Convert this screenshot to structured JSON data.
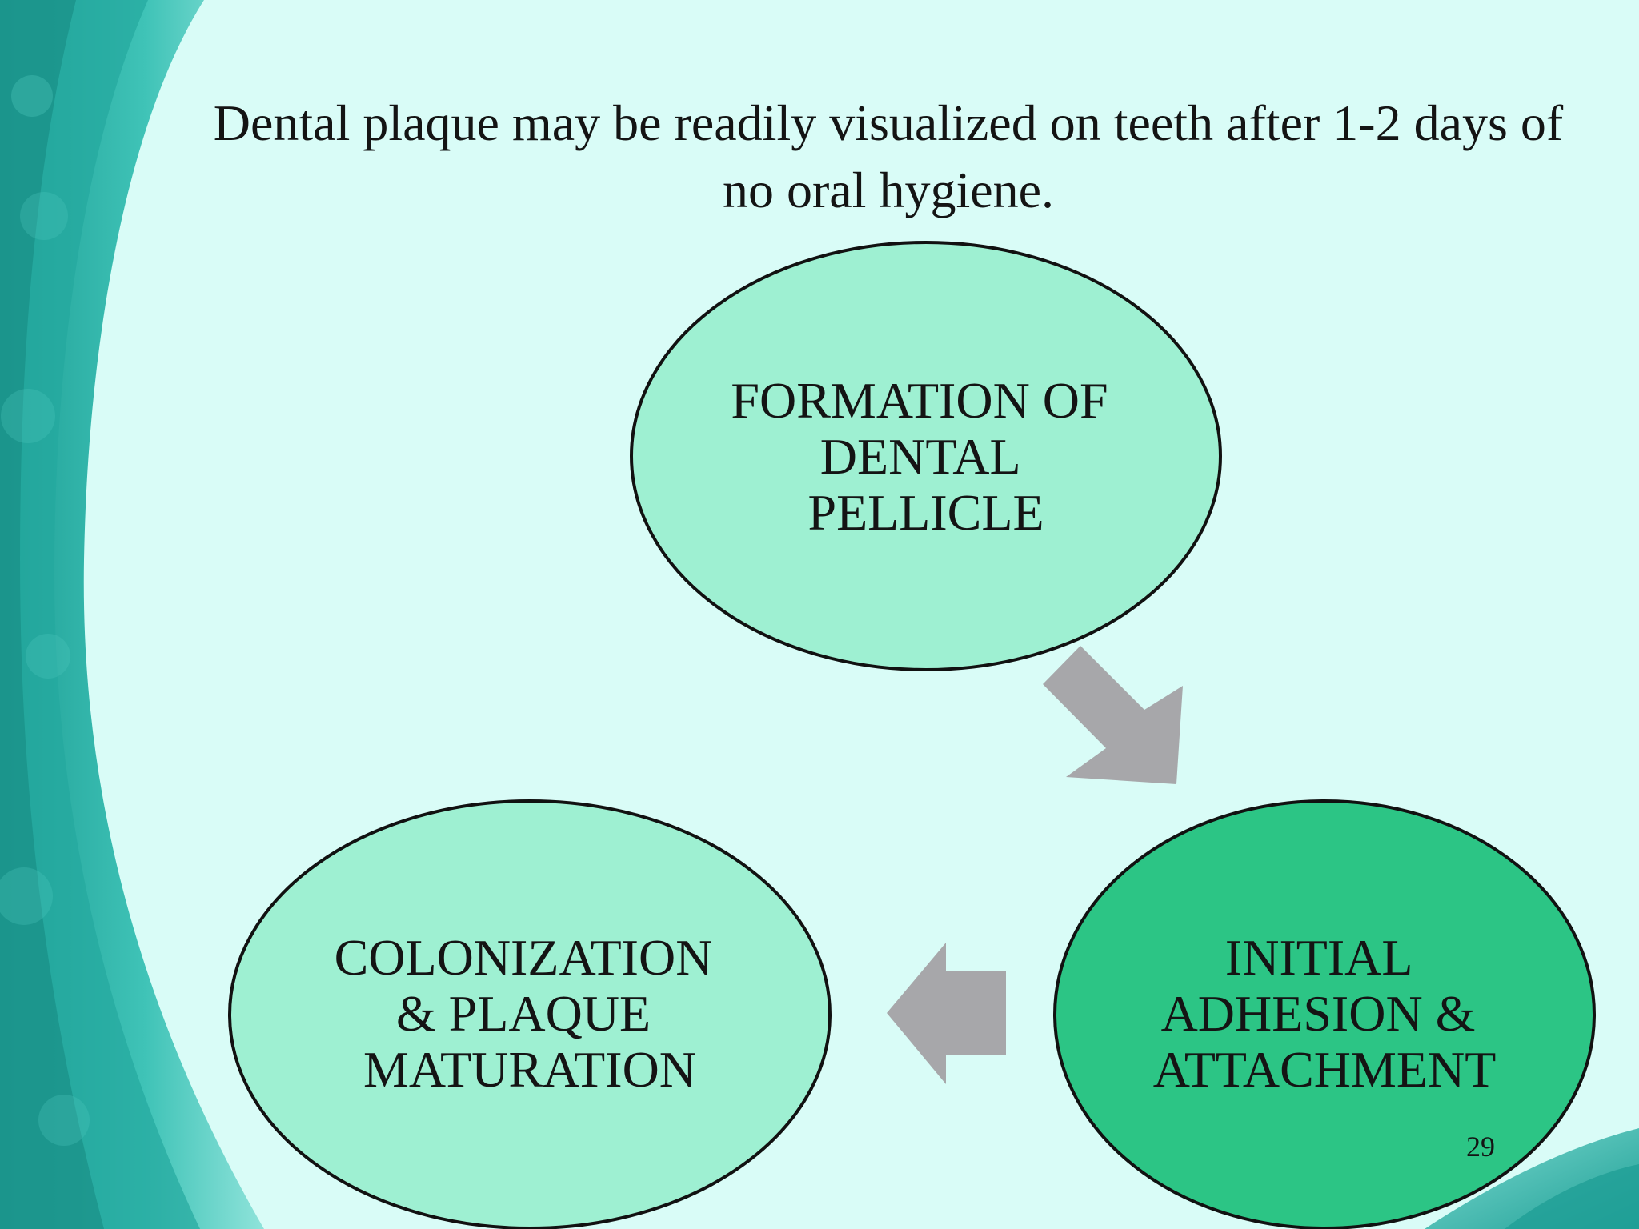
{
  "slide": {
    "title_line1": "Dental plaque may be readily visualized on teeth after 1-2 days of",
    "title_line2": "no oral hygiene.",
    "page_number": "29"
  },
  "cycle": {
    "nodes": [
      {
        "lines": [
          "FORMATION OF",
          "DENTAL",
          "PELLICLE"
        ],
        "fill": "#9ef0d2"
      },
      {
        "lines": [
          "INITIAL",
          "ADHESION &",
          "ATTACHMENT"
        ],
        "fill": "#2cc585"
      },
      {
        "lines": [
          "COLONIZATION",
          "& PLAQUE",
          "MATURATION"
        ],
        "fill": "#9ef0d2"
      }
    ],
    "arrow_color": "#a7a7aa"
  },
  "colors": {
    "background": "#d9fcf7",
    "swoosh": "#2fb5aa",
    "outline": "#111111"
  }
}
